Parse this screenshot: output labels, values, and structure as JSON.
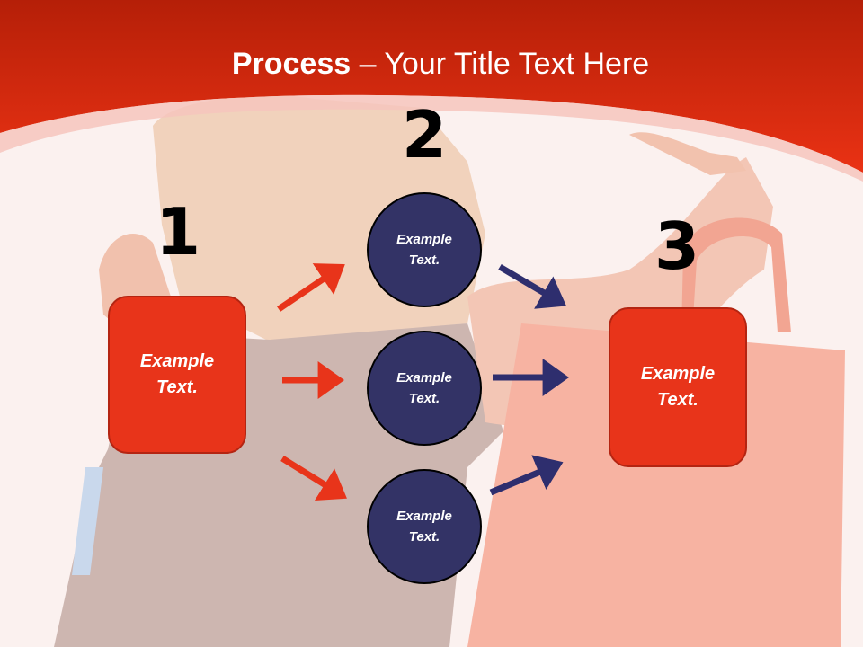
{
  "title": {
    "bold": "Process",
    "rest": " – Your Title Text Here"
  },
  "steps": {
    "n1": "1",
    "n2": "2",
    "n3": "3"
  },
  "boxes": {
    "left": "Example Text.",
    "right": "Example Text."
  },
  "circles": {
    "top": "Example Text.",
    "middle": "Example Text.",
    "bottom": "Example Text."
  },
  "colors": {
    "accent_red": "#e8341a",
    "circle_navy": "#333366",
    "arrow_navy": "#2e2e6e"
  }
}
